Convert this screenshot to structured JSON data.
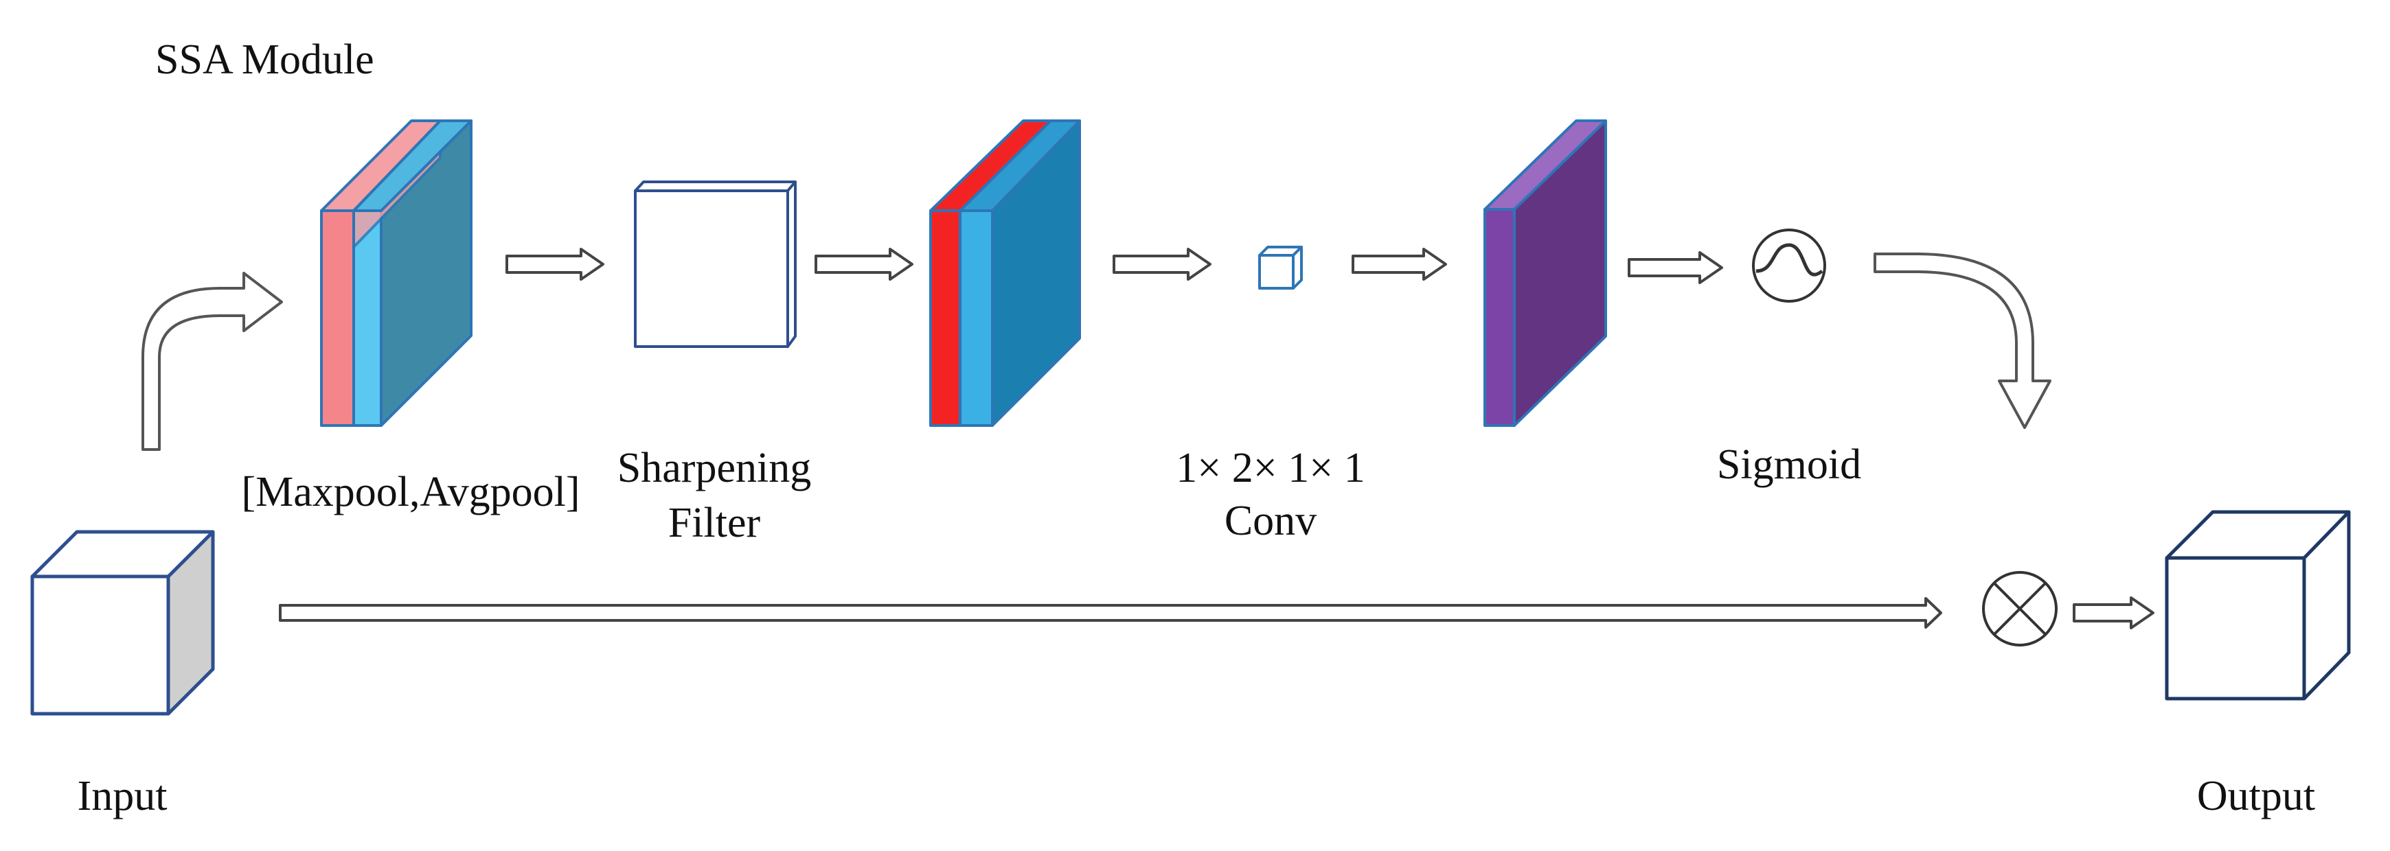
{
  "title": "SSA Module",
  "labels": {
    "pool": "[Maxpool,Avgpool]",
    "sharpen_line1": "Sharpening",
    "sharpen_line2": "Filter",
    "conv_line1": "1× 2× 1× 1",
    "conv_line2": "Conv",
    "sigmoid": "Sigmoid",
    "input": "Input",
    "output": "Output"
  },
  "colors": {
    "outline": "#2E4F8F",
    "pink": "#F4858A",
    "red": "#F42323",
    "blue_light": "#5BC8F2",
    "blue_mid": "#3AA8D6",
    "blue_dark": "#1B7FB0",
    "teal_face": "#3E8AA6",
    "purple_front": "#7C44A6",
    "purple_face": "#623481",
    "input_side": "#CFCFCF"
  },
  "icons": [
    "curved-arrow-up-right-icon",
    "hollow-arrow-right-icon",
    "sigmoid-icon",
    "multiply-icon",
    "curved-arrow-down-icon"
  ]
}
